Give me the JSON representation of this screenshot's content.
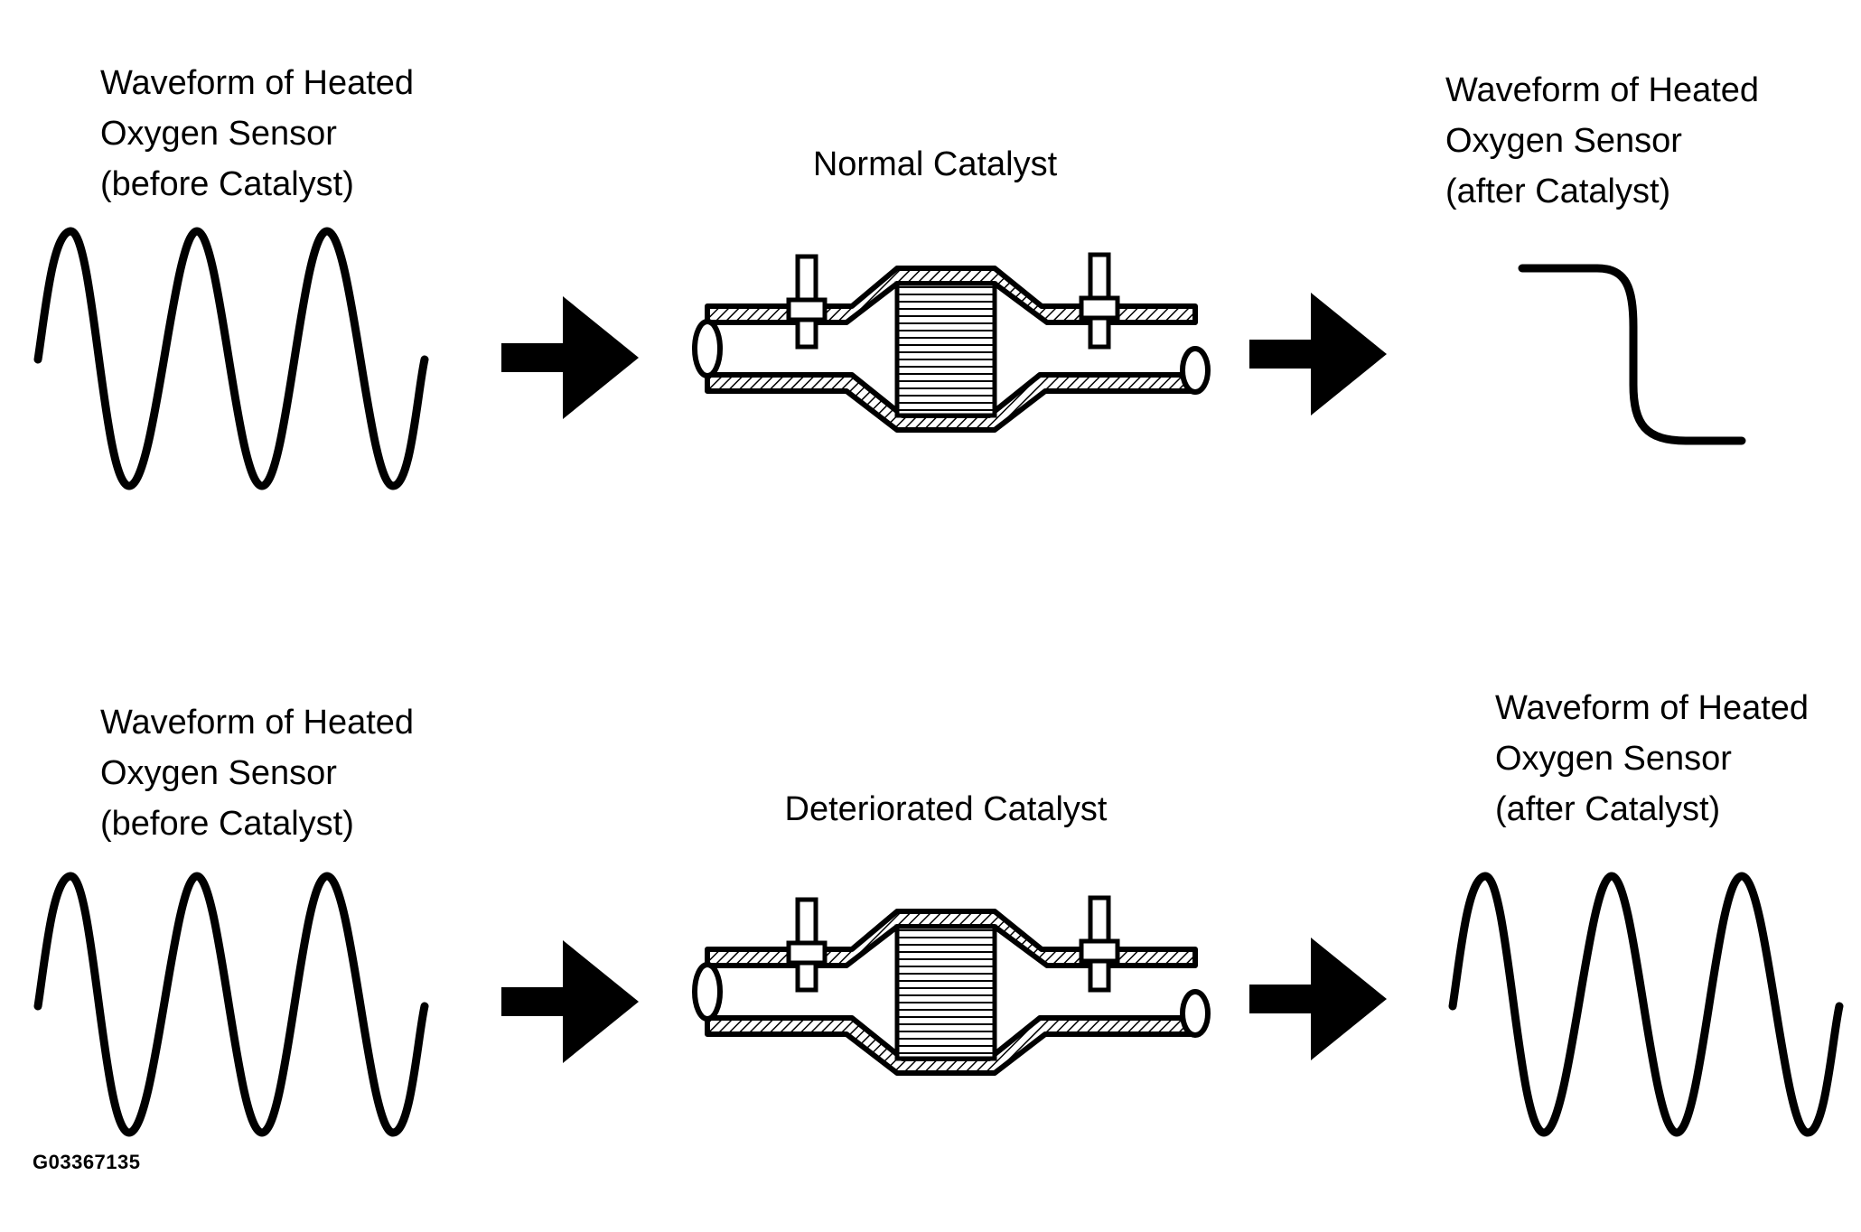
{
  "colors": {
    "ink": "#000000",
    "background": "#ffffff"
  },
  "rows": [
    {
      "id": "normal",
      "before_label": [
        "Waveform of Heated",
        "Oxygen Sensor",
        "(before Catalyst)"
      ],
      "catalyst_label": "Normal Catalyst",
      "after_label": [
        "Waveform of Heated",
        "Oxygen Sensor",
        "(after Catalyst)"
      ],
      "after_waveform": "flat-step"
    },
    {
      "id": "deteriorated",
      "before_label": [
        "Waveform of Heated",
        "Oxygen Sensor",
        "(before Catalyst)"
      ],
      "catalyst_label": "Deteriorated Catalyst",
      "after_label": [
        "Waveform of Heated",
        "Oxygen Sensor",
        "(after Catalyst)"
      ],
      "after_waveform": "sine"
    }
  ],
  "figure_id": "G03367135"
}
